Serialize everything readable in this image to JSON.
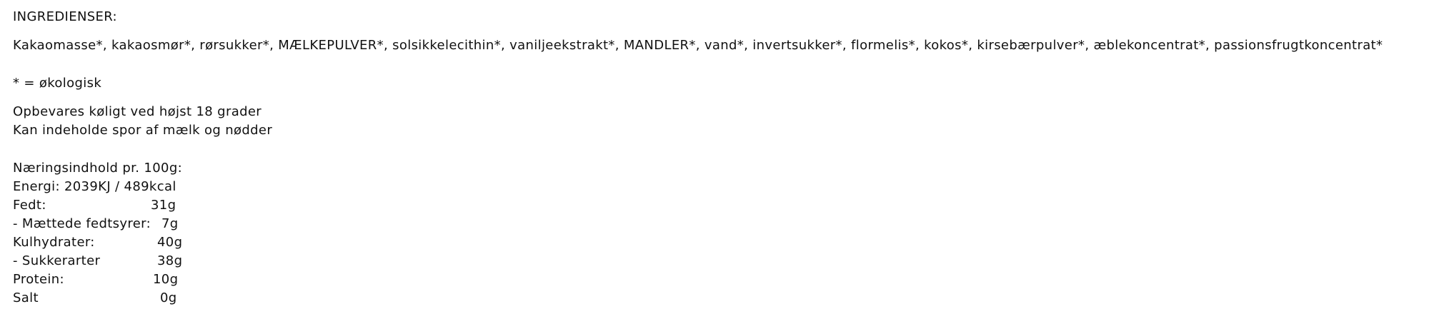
{
  "heading": "INGREDIENSER:",
  "ingredients": "Kakaomasse*, kakaosmør*, rørsukker*, MÆLKEPULVER*, solsikkelecithin*, vaniljeekstrakt*, MANDLER*, vand*, invertsukker*, flormelis*, kokos*, kirsebærpulver*, æblekoncentrat*, passionsfrugtkoncentrat*",
  "legend": "* = økologisk",
  "storage": [
    "Opbevares køligt ved højst 18 grader",
    "Kan indeholde spor af mælk og nødder"
  ],
  "nutrition": {
    "title": "Næringsindhold pr. 100g:",
    "energy": "Energi:  2039KJ / 489kcal",
    "rows": [
      {
        "label": "Fedt:",
        "value": "31g"
      },
      {
        "label": "- Mættede fedtsyrer:",
        "value": "7g"
      },
      {
        "label": "Kulhydrater:",
        "value": "40g"
      },
      {
        "label": "- Sukkerarter",
        "value": "38g"
      },
      {
        "label": "Protein:",
        "value": "10g"
      },
      {
        "label": "Salt",
        "value": "0g"
      }
    ]
  }
}
